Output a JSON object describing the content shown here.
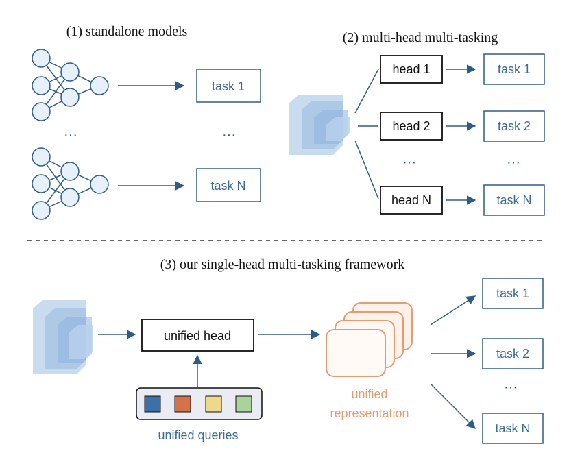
{
  "sections": {
    "s1_title": "(1) standalone models",
    "s2_title": "(2) multi-head multi-tasking",
    "s3_title": "(3) our single-head multi-tasking framework"
  },
  "s1": {
    "task_top": "task 1",
    "task_bottom": "task N",
    "ellipsis_left": "···",
    "ellipsis_right": "···"
  },
  "s2": {
    "heads": [
      "head 1",
      "head 2",
      "head N"
    ],
    "tasks": [
      "task 1",
      "task 2",
      "task N"
    ],
    "ellipsis": "···"
  },
  "s3": {
    "unified_head": "unified head",
    "unified_queries": "unified queries",
    "representation_line1": "unified",
    "representation_line2": "representation",
    "tasks": [
      "task 1",
      "task 2",
      "task N"
    ],
    "ellipsis": "···"
  },
  "colors": {
    "blue": "#2e5c8a",
    "text_blue": "#3a6a9b",
    "node_fill": "#e6f1fb",
    "orange": "#e89a70",
    "query_colors": [
      "#3d6fa8",
      "#d4724a",
      "#ecd98b",
      "#a9d39a"
    ]
  }
}
